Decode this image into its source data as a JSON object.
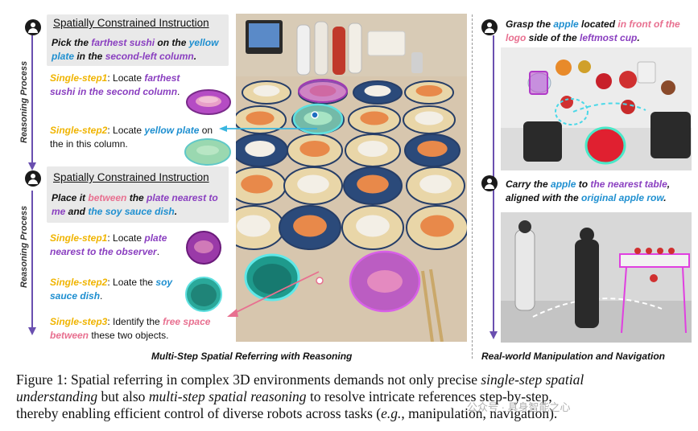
{
  "left_panel": {
    "block1": {
      "title": "Spatially Constrained Instruction",
      "instruction": [
        {
          "t": "Pick the ",
          "c": ""
        },
        {
          "t": "farthest sushi",
          "c": "purple"
        },
        {
          "t": " on the ",
          "c": ""
        },
        {
          "t": "yellow plate",
          "c": "blue"
        },
        {
          "t": " in the ",
          "c": ""
        },
        {
          "t": "second-left column",
          "c": "purple"
        },
        {
          "t": ".",
          "c": ""
        }
      ],
      "steps": [
        {
          "label": "Single-step1",
          "parts": [
            {
              "t": ": Locate ",
              "c": ""
            },
            {
              "t": "farthest sushi in the second column",
              "c": "purple"
            },
            {
              "t": ".",
              "c": ""
            }
          ]
        },
        {
          "label": "Single-step2",
          "parts": [
            {
              "t": ": Locate ",
              "c": ""
            },
            {
              "t": "yellow plate",
              "c": "blue"
            },
            {
              "t": " on the in this column.",
              "c": ""
            }
          ]
        }
      ]
    },
    "block2": {
      "title": "Spatially Constrained Instruction",
      "instruction": [
        {
          "t": "Place it ",
          "c": ""
        },
        {
          "t": "between",
          "c": "pink"
        },
        {
          "t": " the ",
          "c": ""
        },
        {
          "t": "plate nearest to me",
          "c": "purple"
        },
        {
          "t": " and ",
          "c": ""
        },
        {
          "t": "the soy sauce dish",
          "c": "blue"
        },
        {
          "t": ".",
          "c": ""
        }
      ],
      "steps": [
        {
          "label": "Single-step1",
          "parts": [
            {
              "t": ": Locate ",
              "c": ""
            },
            {
              "t": "plate nearest to the observer",
              "c": "purple"
            },
            {
              "t": ".",
              "c": ""
            }
          ]
        },
        {
          "label": "Single-step2",
          "parts": [
            {
              "t": ": Loate the ",
              "c": ""
            },
            {
              "t": "soy sauce dish",
              "c": "blue"
            },
            {
              "t": ".",
              "c": ""
            }
          ]
        },
        {
          "label": "Single-step3",
          "parts": [
            {
              "t": ": Identify the ",
              "c": ""
            },
            {
              "t": "free space between",
              "c": "pink"
            },
            {
              "t": " these two objects.",
              "c": ""
            }
          ]
        }
      ]
    },
    "reasoning_label": "Reasoning Process",
    "bottom_caption": "Multi-Step Spatial Referring with Reasoning"
  },
  "right_panel": {
    "block1": [
      {
        "t": "Grasp the ",
        "c": ""
      },
      {
        "t": "apple",
        "c": "blue"
      },
      {
        "t": " located ",
        "c": ""
      },
      {
        "t": "in front of the logo",
        "c": "pink"
      },
      {
        "t": " side of the ",
        "c": ""
      },
      {
        "t": "leftmost cup",
        "c": "purple"
      },
      {
        "t": ".",
        "c": ""
      }
    ],
    "block2": [
      {
        "t": "Carry the ",
        "c": ""
      },
      {
        "t": "apple",
        "c": "blue"
      },
      {
        "t": " to ",
        "c": ""
      },
      {
        "t": "the nearest table",
        "c": "purple"
      },
      {
        "t": ", aligned with the ",
        "c": ""
      },
      {
        "t": "original apple row",
        "c": "blue"
      },
      {
        "t": ".",
        "c": ""
      }
    ],
    "bottom_caption": "Real-world  Manipulation and Navigation"
  },
  "figure_caption": {
    "line1": [
      {
        "t": "Figure 1: Spatial referring in complex 3D environments demands not only precise ",
        "i": false
      },
      {
        "t": "single-step spatial",
        "i": true
      }
    ],
    "line2": [
      {
        "t": "understanding",
        "i": true
      },
      {
        "t": " but also ",
        "i": false
      },
      {
        "t": "multi-step spatial reasoning",
        "i": true
      },
      {
        "t": " to resolve intricate references step-by-step,",
        "i": false
      }
    ],
    "line3": [
      {
        "t": "thereby enabling efficient control of diverse robots across tasks (",
        "i": false
      },
      {
        "t": "e.g.",
        "i": true
      },
      {
        "t": ", manipulation, navigation).",
        "i": false
      }
    ]
  },
  "watermark": "公众号 · 具身智能之心",
  "colors": {
    "purple": "#8a3fc0",
    "blue": "#1e8fd0",
    "pink": "#e87090",
    "yellow": "#f0b400",
    "arrow": "#6a4fb0"
  },
  "icons": [
    "person-icon",
    "reasoning-arrow-icon"
  ]
}
